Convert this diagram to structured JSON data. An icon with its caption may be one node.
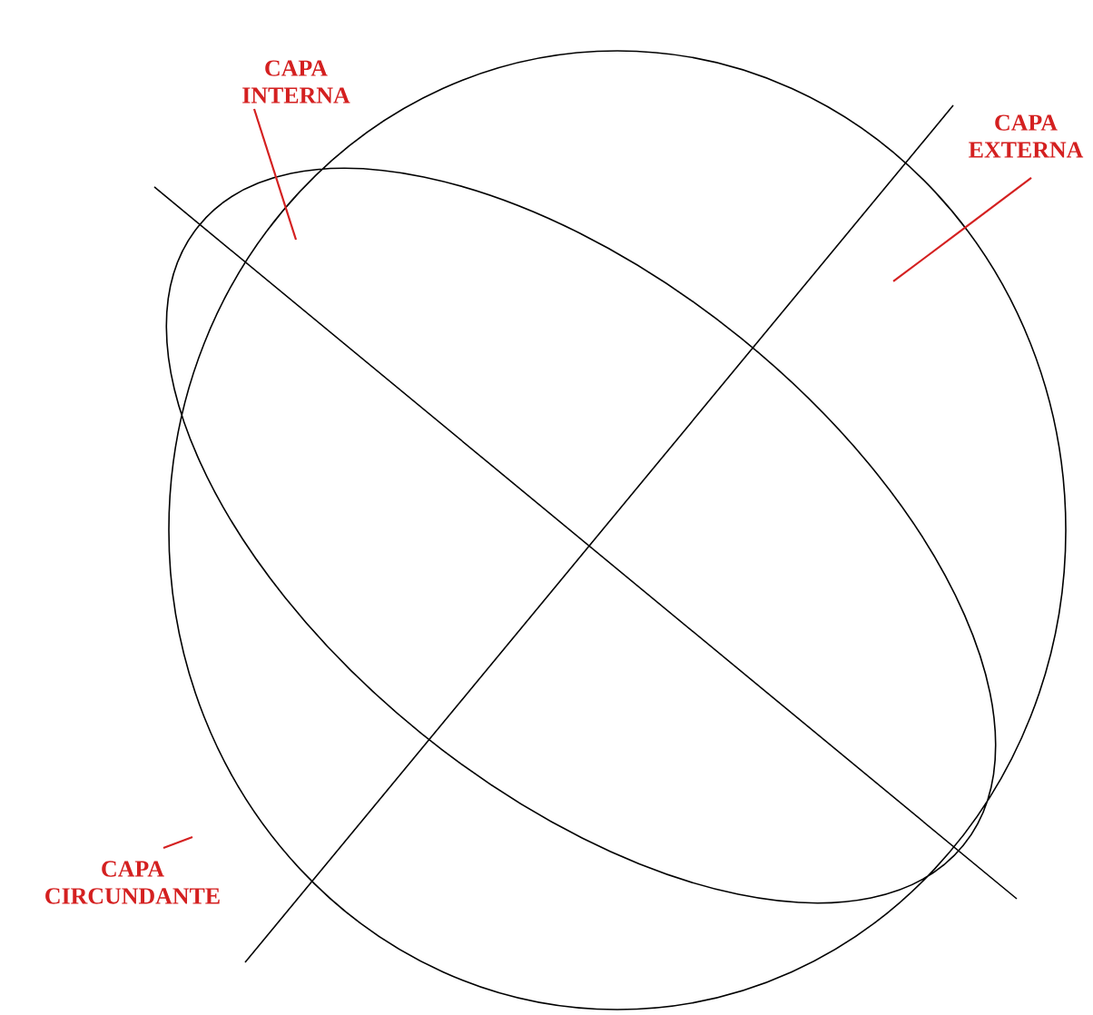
{
  "diagram": {
    "nodes": [
      {
        "text": [
          "CAPA INTERNA"
        ]
      },
      {
        "text": [
          "CAPA EXTERNA"
        ]
      },
      {
        "text": [
          "CAPA CIRCUNDANTE"
        ]
      }
    ],
    "edges": [
      {
        "from": 0,
        "to": null,
        "arrow": "none",
        "color": "#d42020"
      },
      {
        "from": 1,
        "to": null,
        "arrow": "none",
        "color": "#d42020"
      },
      {
        "from": 2,
        "to": null,
        "arrow": "none",
        "color": "#d42020"
      }
    ]
  }
}
